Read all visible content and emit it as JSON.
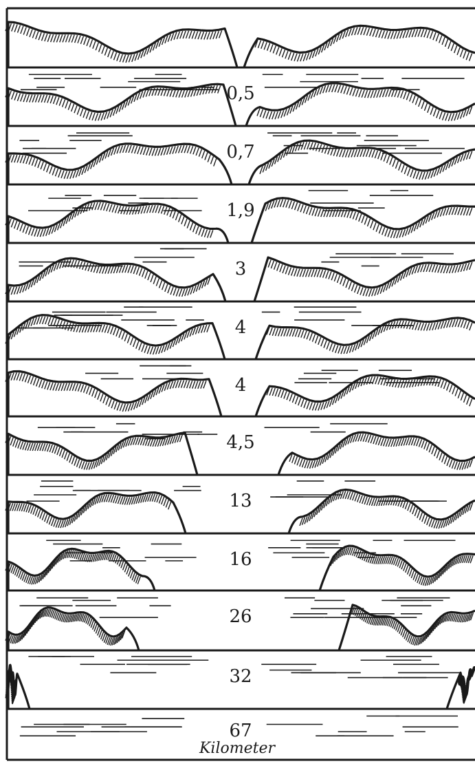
{
  "diagram": {
    "panels": [
      {
        "label": "",
        "left_shore": 345,
        "right_shore": 355
      },
      {
        "label": "0,5",
        "left_shore": 343,
        "right_shore": 358
      },
      {
        "label": "0,7",
        "left_shore": 337,
        "right_shore": 362
      },
      {
        "label": "1,9",
        "left_shore": 332,
        "right_shore": 366
      },
      {
        "label": "3",
        "left_shore": 328,
        "right_shore": 370
      },
      {
        "label": "4",
        "left_shore": 327,
        "right_shore": 372
      },
      {
        "label": "4",
        "left_shore": 322,
        "right_shore": 372
      },
      {
        "label": "4,5",
        "left_shore": 287,
        "right_shore": 405
      },
      {
        "label": "13",
        "left_shore": 270,
        "right_shore": 420
      },
      {
        "label": "16",
        "left_shore": 225,
        "right_shore": 465
      },
      {
        "label": "26",
        "left_shore": 202,
        "right_shore": 493
      },
      {
        "label": "32",
        "left_shore": 43,
        "right_shore": 650
      },
      {
        "label": "67",
        "left_shore": 0,
        "right_shore": 691
      }
    ],
    "unit_label": "Kilometer",
    "ink_color": "#1a1a1a",
    "paper_color": "#ffffff"
  }
}
